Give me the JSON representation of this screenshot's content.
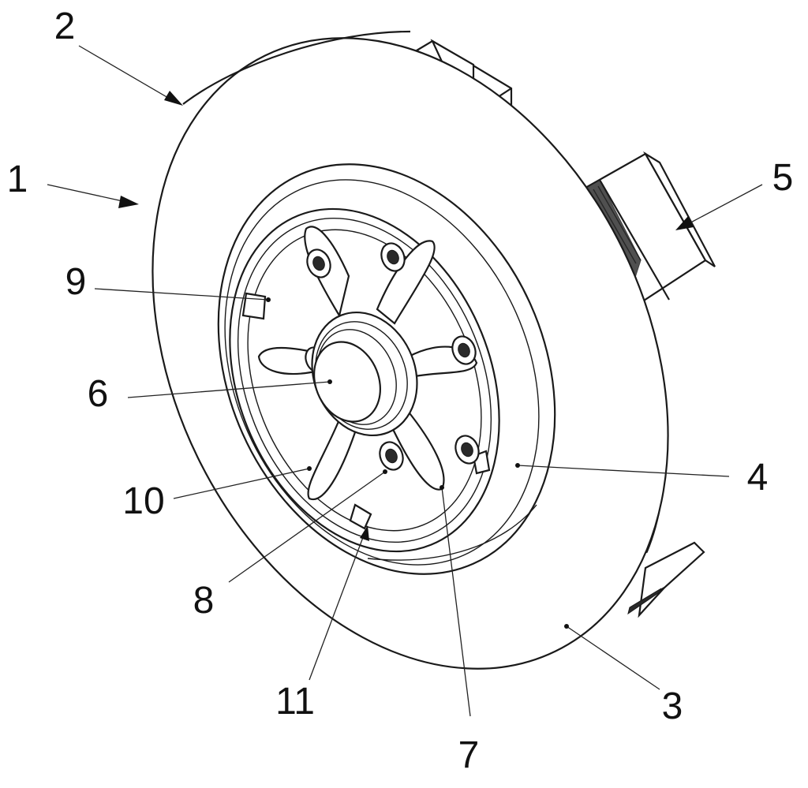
{
  "labels": {
    "ref_1": "1",
    "ref_2": "2",
    "ref_3": "3",
    "ref_4": "4",
    "ref_5": "5",
    "ref_6": "6",
    "ref_7": "7",
    "ref_8": "8",
    "ref_9": "9",
    "ref_10": "10",
    "ref_11": "11"
  },
  "colors": {
    "ink": "#1a1a1a",
    "paper": "#ffffff",
    "shade": "#e9e9e9"
  }
}
